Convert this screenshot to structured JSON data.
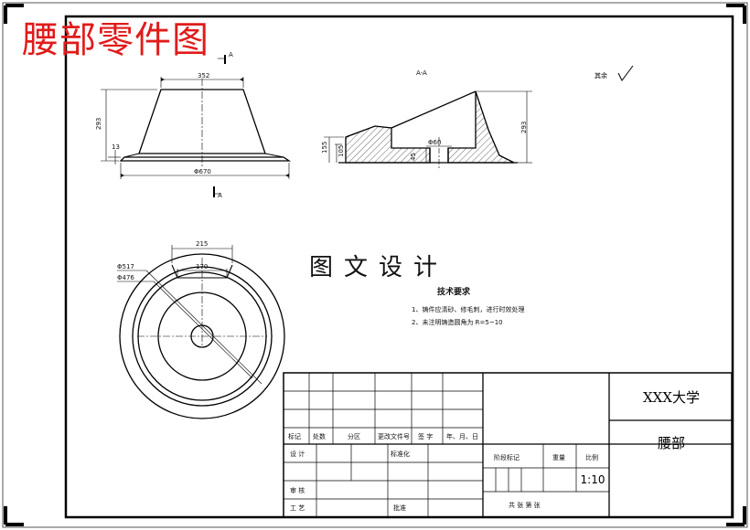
{
  "title_overlay": "腰部零件图",
  "watermark": "图文设计",
  "section_label": "A-A",
  "cut_label": "A",
  "roughness_label": "其余",
  "dimensions": {
    "top_width": "352",
    "base_diameter": "Φ670",
    "height": "293",
    "flange_thickness": "13",
    "section_height": "293",
    "section_small_height_1": "155",
    "section_small_height_2": "105",
    "section_hole": "Φ60",
    "section_hole_depth": "45",
    "plan_width_outer": "215",
    "plan_width_inner": "170",
    "plan_dia_1": "Φ517",
    "plan_dia_2": "Φ476"
  },
  "notes": {
    "title": "技术要求",
    "line1": "1、铸件应清砂、修毛刺，进行时效处理",
    "line2": "2、未注明铸造圆角为 R=5~10"
  },
  "title_block": {
    "school": "XXX大学",
    "part_name": "腰部",
    "scale": "1:10",
    "labels": {
      "mark": "标记",
      "count": "处数",
      "zone": "分区",
      "doc_no": "更改文件号",
      "sign": "签 字",
      "date": "年、月、日",
      "design": "设 计",
      "standard": "标准化",
      "stage": "阶段标记",
      "weight": "重量",
      "ratio": "比例",
      "review": "审 核",
      "process": "工 艺",
      "approve": "批准",
      "sheets": "共  张  第  张"
    }
  }
}
